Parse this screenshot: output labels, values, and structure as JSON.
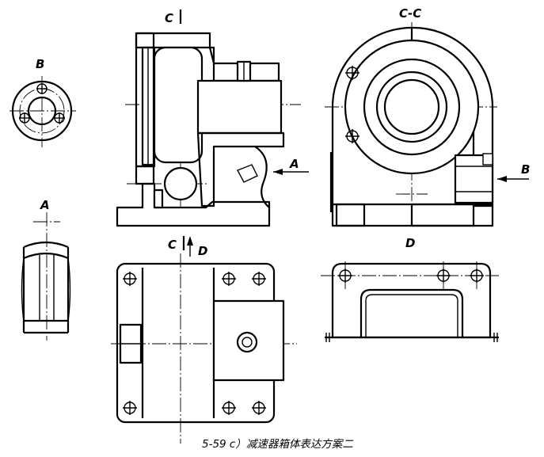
{
  "labels": {
    "section_c": "C",
    "section_cc": "C-C",
    "view_b": "B",
    "arrow_b": "B",
    "view_a": "A",
    "arrow_a": "A",
    "section_c_top": "C",
    "view_d": "D",
    "arrow_d": "D"
  },
  "caption": "5-59 c）减速器箱体表达方案二"
}
